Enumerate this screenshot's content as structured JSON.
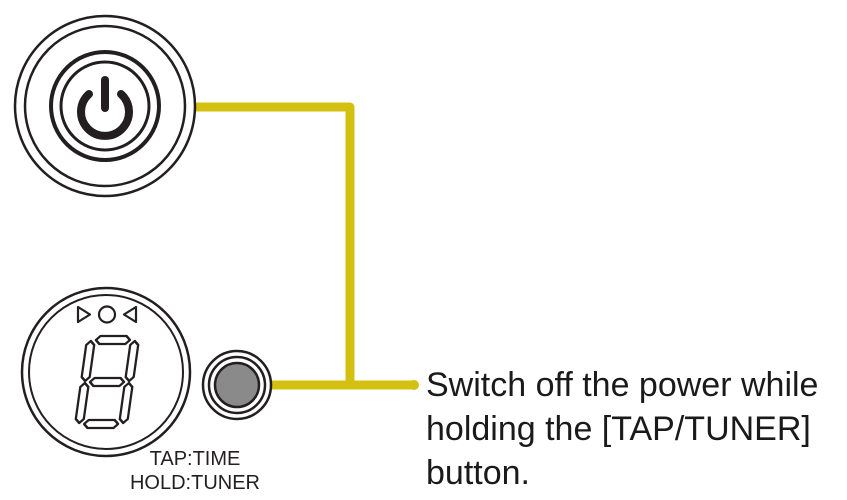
{
  "instruction": {
    "lines": [
      "Switch off the power while",
      "holding the [TAP/TUNER]",
      "button."
    ]
  },
  "tap_button": {
    "label_line1": "TAP:TIME",
    "label_line2": "HOLD:TUNER"
  },
  "display": {
    "digit": "8"
  },
  "colors": {
    "callout_line": "#d4c010",
    "outline": "#231f20",
    "button_fill": "#8a8a8a",
    "text": "#1a1a1a"
  },
  "icons": {
    "power": "power-icon",
    "tuner_indicator": "tuner-indicator-icon"
  }
}
